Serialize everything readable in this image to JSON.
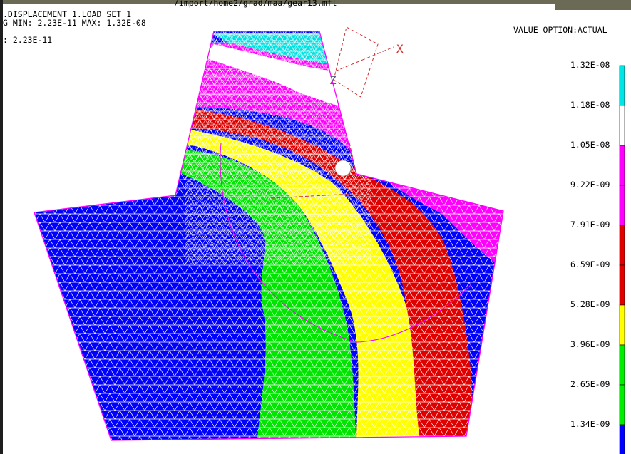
{
  "header": {
    "file_path": "/import/home2/grad/maa/gear13.mfl",
    "result_line": ".DISPLACEMENT_1.LOAD SET 1",
    "minmax_line": "G MIN: 2.23E-11 MAX: 1.32E-08",
    "value_line": ": 2.23E-11",
    "value_option": "VALUE OPTION:ACTUAL"
  },
  "triad": {
    "x_label": "X",
    "z_label": "Z"
  },
  "legend": {
    "labels": [
      "1.32E-08",
      "1.18E-08",
      "1.05E-08",
      "9.22E-09",
      "7.91E-09",
      "6.59E-09",
      "5.28E-09",
      "3.96E-09",
      "2.65E-09",
      "1.34E-09"
    ],
    "colors": [
      "#00e5e5",
      "#ffffff",
      "#ff00ff",
      "#ff00ff",
      "#e00000",
      "#e00000",
      "#ffff00",
      "#00ee00",
      "#00ee00",
      "#0000ff"
    ]
  },
  "contour_colors": {
    "blue": "#0000ff",
    "green": "#00e600",
    "yellow": "#ffff00",
    "red": "#e00000",
    "magenta": "#ff00ff",
    "white": "#ffffff",
    "cyan": "#00e0e0",
    "mesh": "#ffffff",
    "outline": "#ff00ff"
  }
}
